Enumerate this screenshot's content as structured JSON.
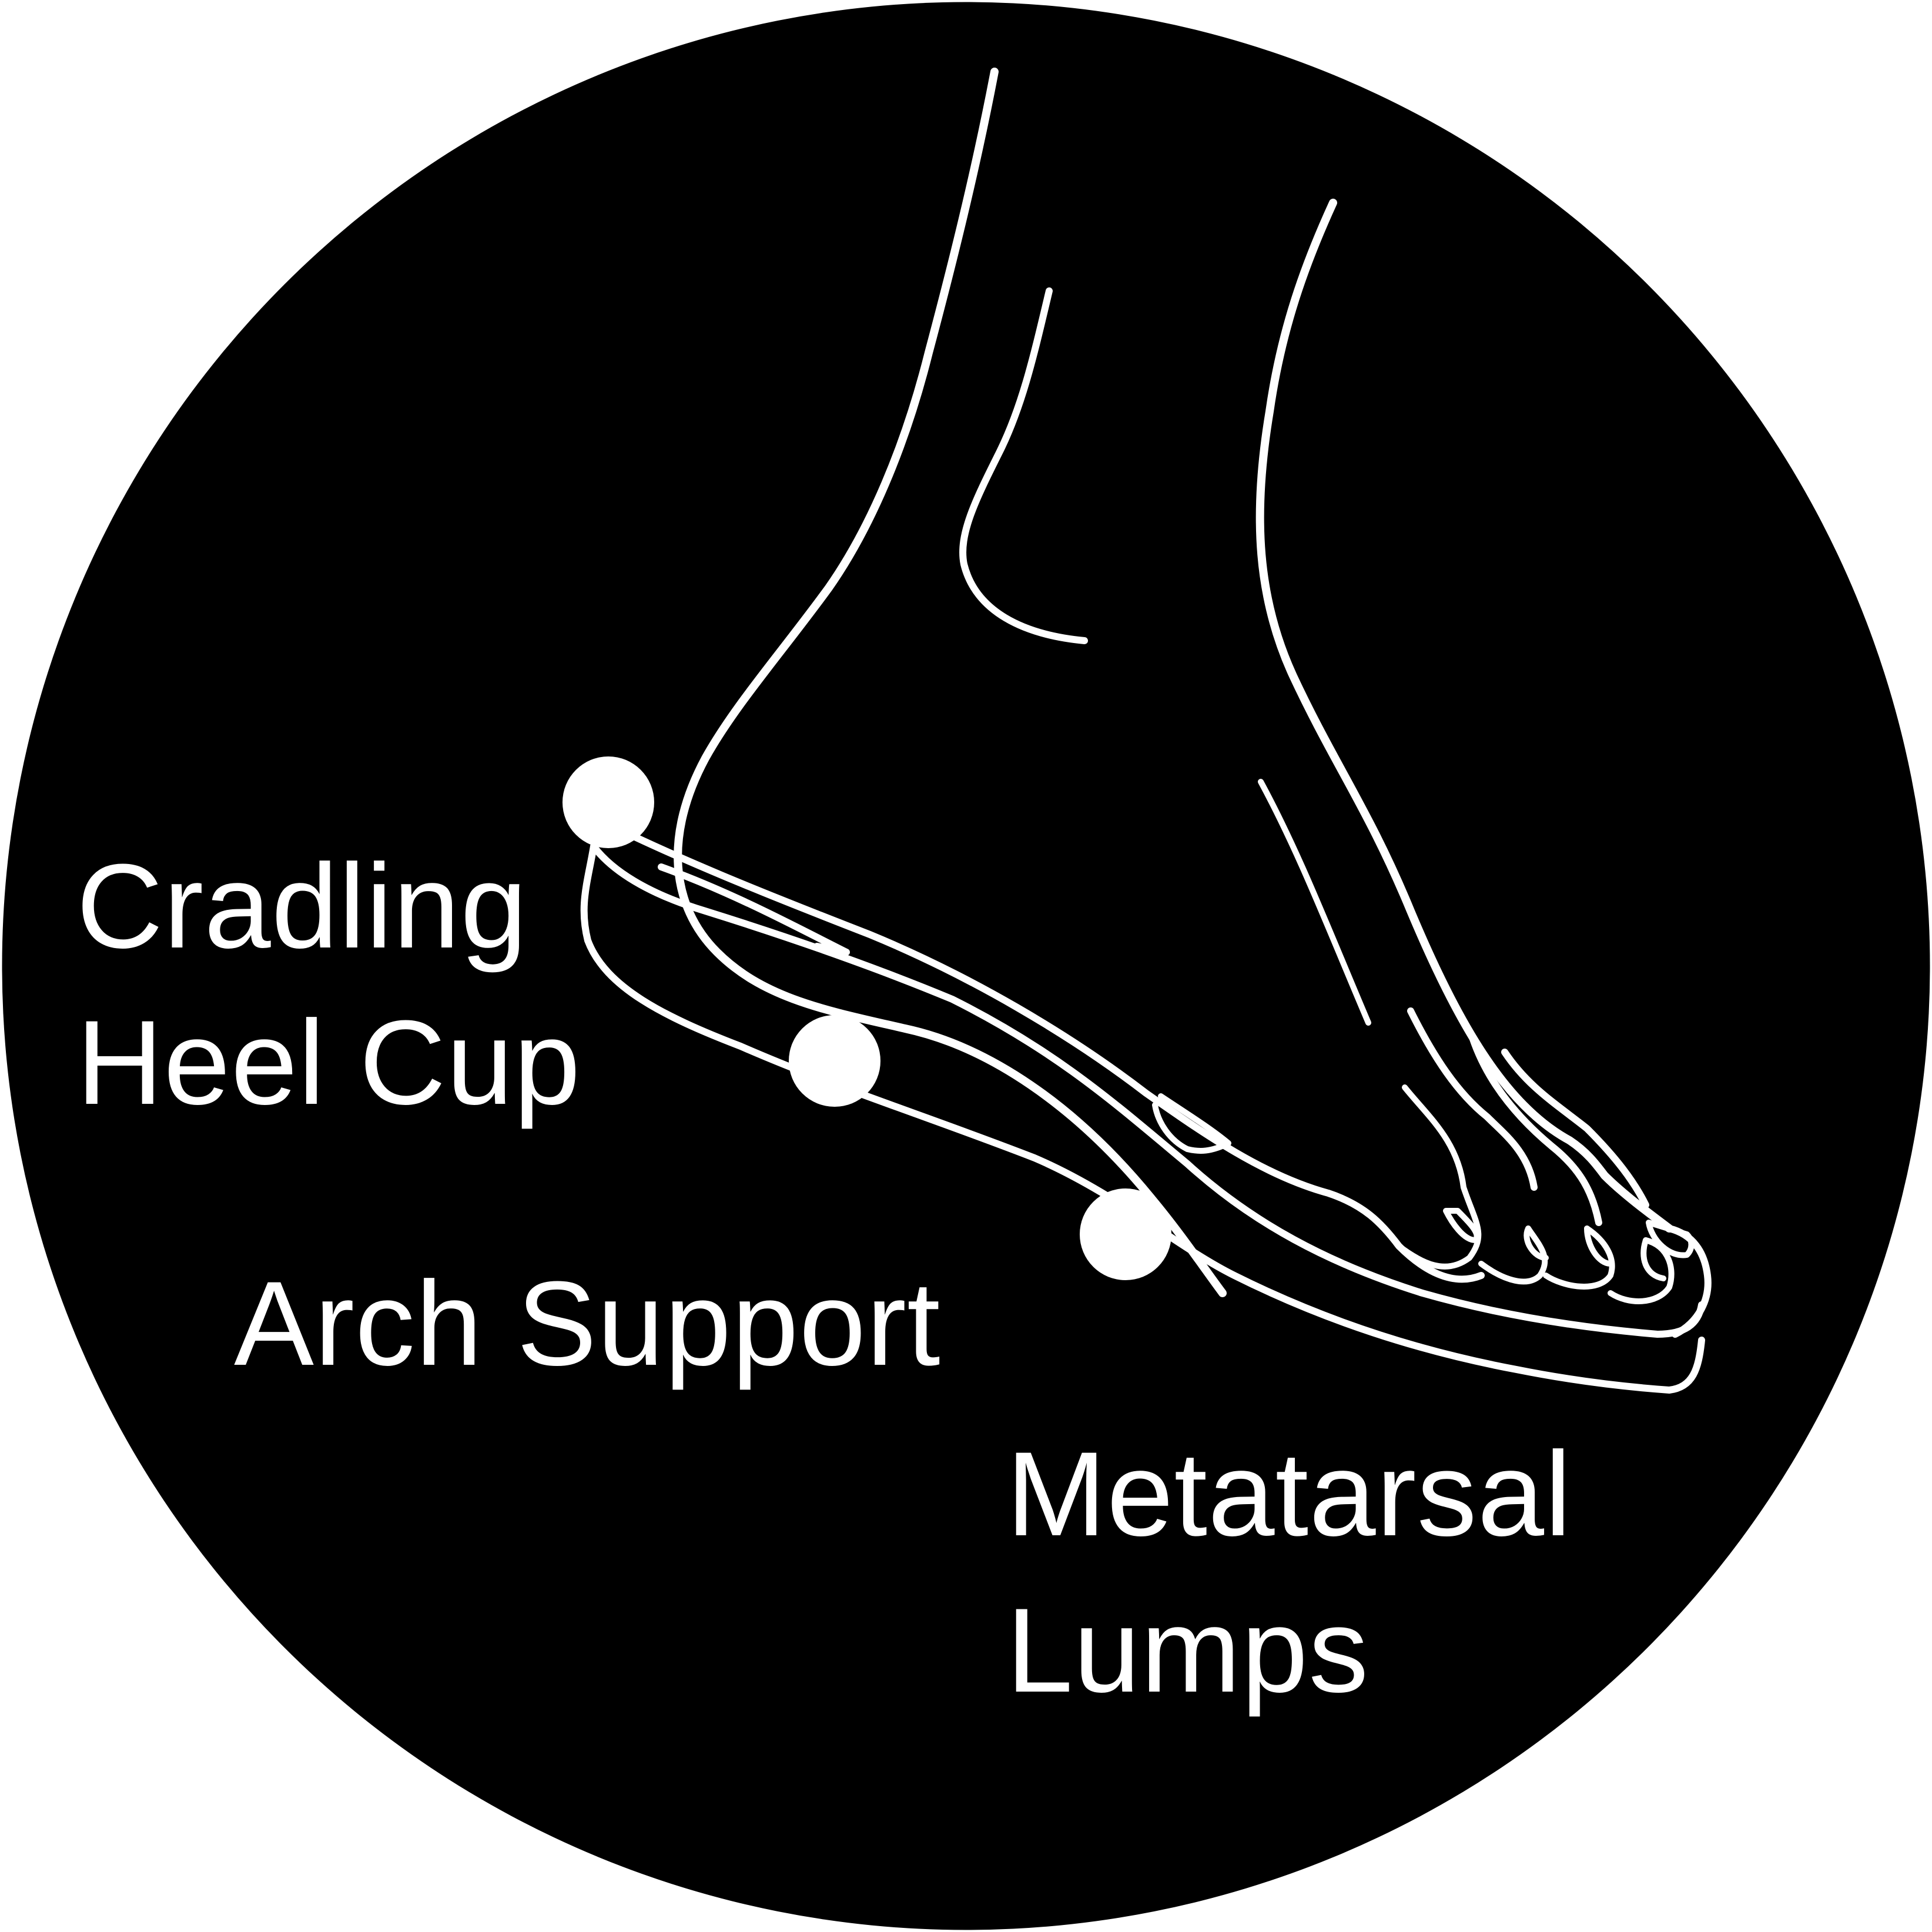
{
  "colors": {
    "background": "#ffffff",
    "disc": "#000000",
    "ink": "#ffffff"
  },
  "labels": {
    "heel_cup": {
      "line1": "Cradling",
      "line2": "Heel Cup"
    },
    "arch_support": {
      "line1": "Arch Support"
    },
    "metatarsal": {
      "line1": "Metatarsal",
      "line2": "Lumps"
    }
  },
  "icons": [
    "foot-outline-icon",
    "insole-outline-icon",
    "callout-dot-icon"
  ]
}
